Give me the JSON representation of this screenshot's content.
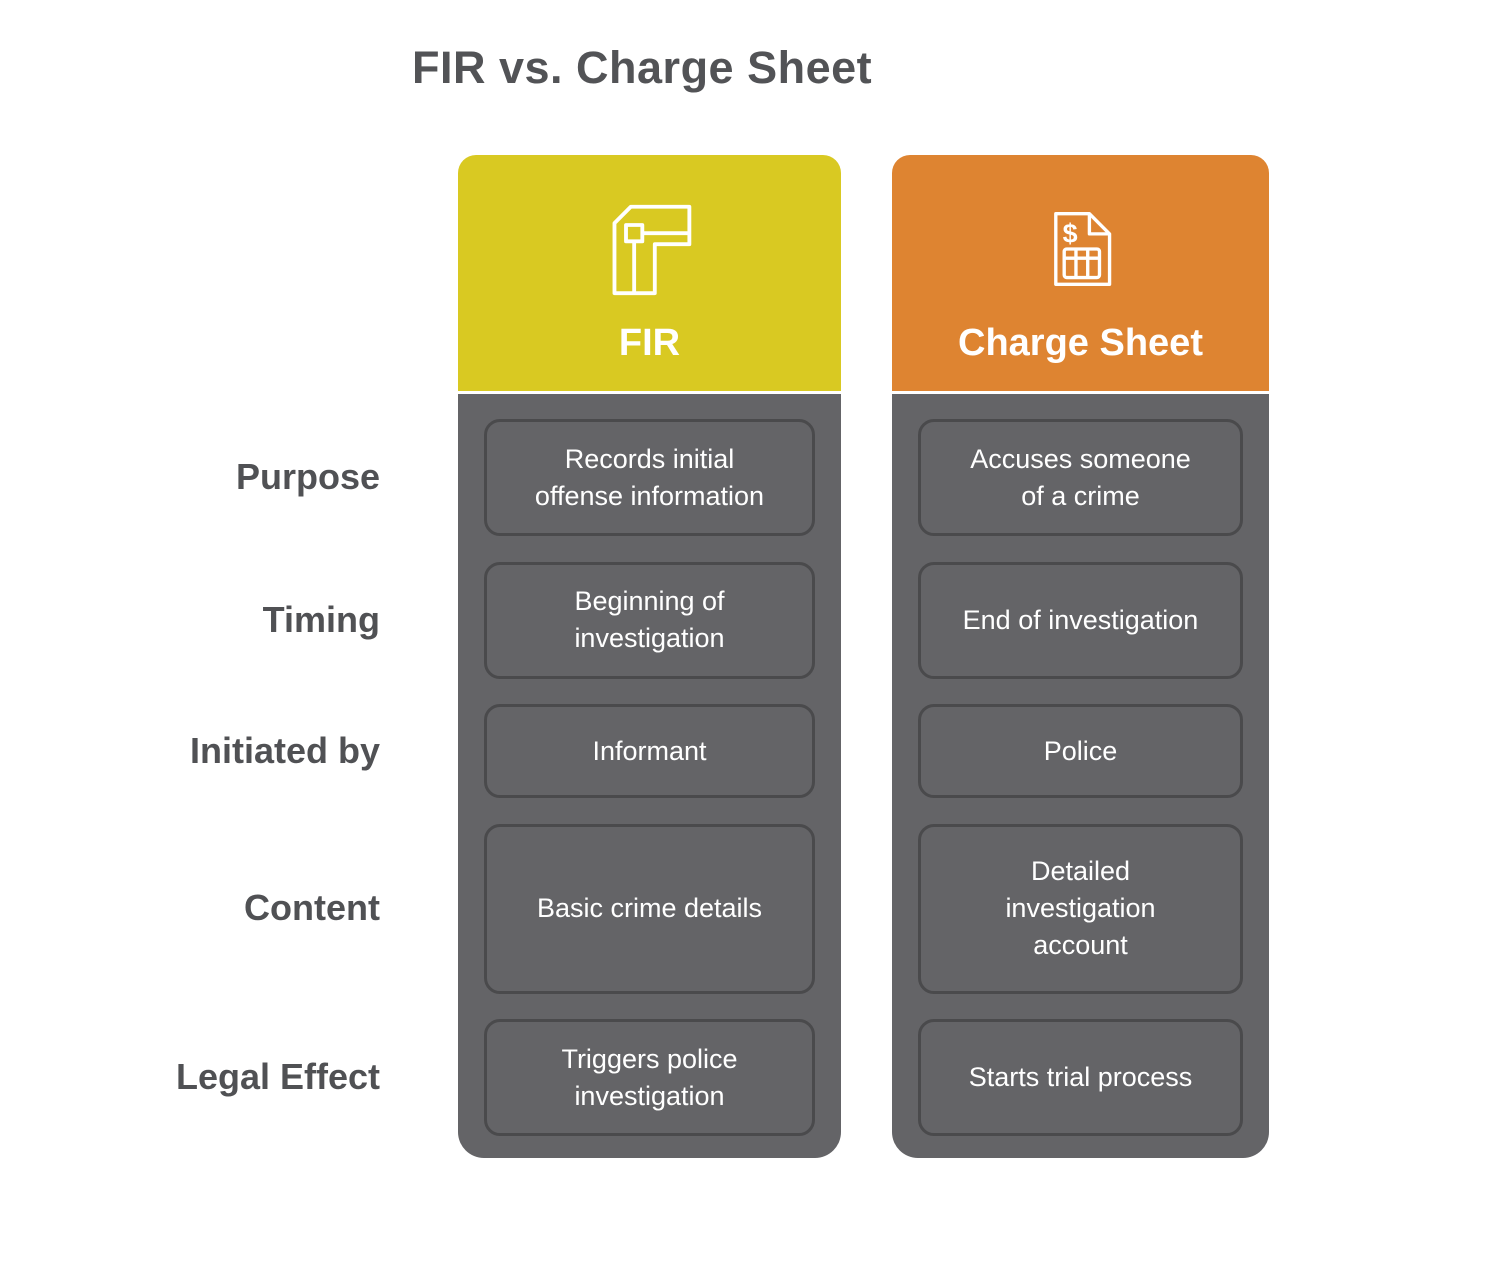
{
  "title": "FIR vs. Charge Sheet",
  "columns": [
    {
      "key": "fir",
      "label": "FIR",
      "header_color": "#d9c922",
      "icon": "fir-plan-icon"
    },
    {
      "key": "charge_sheet",
      "label": "Charge Sheet",
      "header_color": "#de8431",
      "icon": "charge-sheet-document-icon"
    }
  ],
  "rows": [
    {
      "label": "Purpose",
      "fir": "Records initial offense information",
      "charge_sheet": "Accuses someone of a crime"
    },
    {
      "label": "Timing",
      "fir": "Beginning of investigation",
      "charge_sheet": "End of investigation"
    },
    {
      "label": "Initiated by",
      "fir": "Informant",
      "charge_sheet": "Police"
    },
    {
      "label": "Content",
      "fir": "Basic crime details",
      "charge_sheet": "Detailed investigation account"
    },
    {
      "label": "Legal Effect",
      "fir": "Triggers police investigation",
      "charge_sheet": "Starts trial process"
    }
  ],
  "colors": {
    "fir_header": "#d9c922",
    "charge_sheet_header": "#de8431",
    "panel_gray": "#646467",
    "cell_border": "#4a4a4c",
    "heading_text": "#525356",
    "cell_text": "#ffffff",
    "background": "#ffffff"
  }
}
